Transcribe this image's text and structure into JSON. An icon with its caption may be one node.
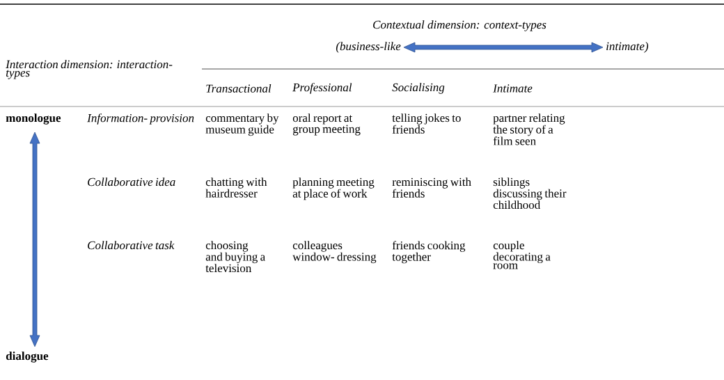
{
  "diagram": {
    "labels": [
      "Contextual dimension: context-types",
      "(business-like",
      "intimate)",
      "Interaction dimension: interaction- types",
      "Transactional",
      "Professional",
      "Socialising",
      "Intimate",
      "monologue",
      "Information- provision",
      "commentary by museum guide",
      "oral report at group meeting",
      "telling jokes to friends",
      "partner relating the story of a film seen",
      "Collaborative idea",
      "chatting with hairdresser",
      "planning meeting at place of work",
      "reminiscing with friends",
      "siblings discussing their childhood",
      "Collaborative task",
      "choosing and buying a television",
      "colleagues window- dressing",
      "friends cooking together",
      "couple decorating a room",
      "dialogue"
    ]
  }
}
